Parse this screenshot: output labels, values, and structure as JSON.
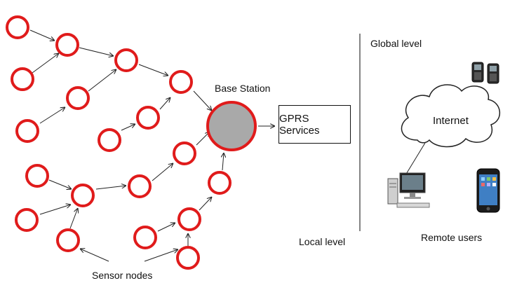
{
  "labels": {
    "base_station": "Base Station",
    "gprs": "GPRS Services",
    "global_level": "Global level",
    "local_level": "Local level",
    "internet": "Internet",
    "remote_users": "Remote users",
    "sensor_nodes": "Sensor nodes"
  },
  "colors": {
    "node_stroke": "#e01b1b",
    "base_fill": "#a9a9a9",
    "line": "#222222"
  },
  "icons": [
    "mobile-phones-icon",
    "cloud-icon",
    "desktop-computer-icon",
    "smartphone-icon"
  ]
}
